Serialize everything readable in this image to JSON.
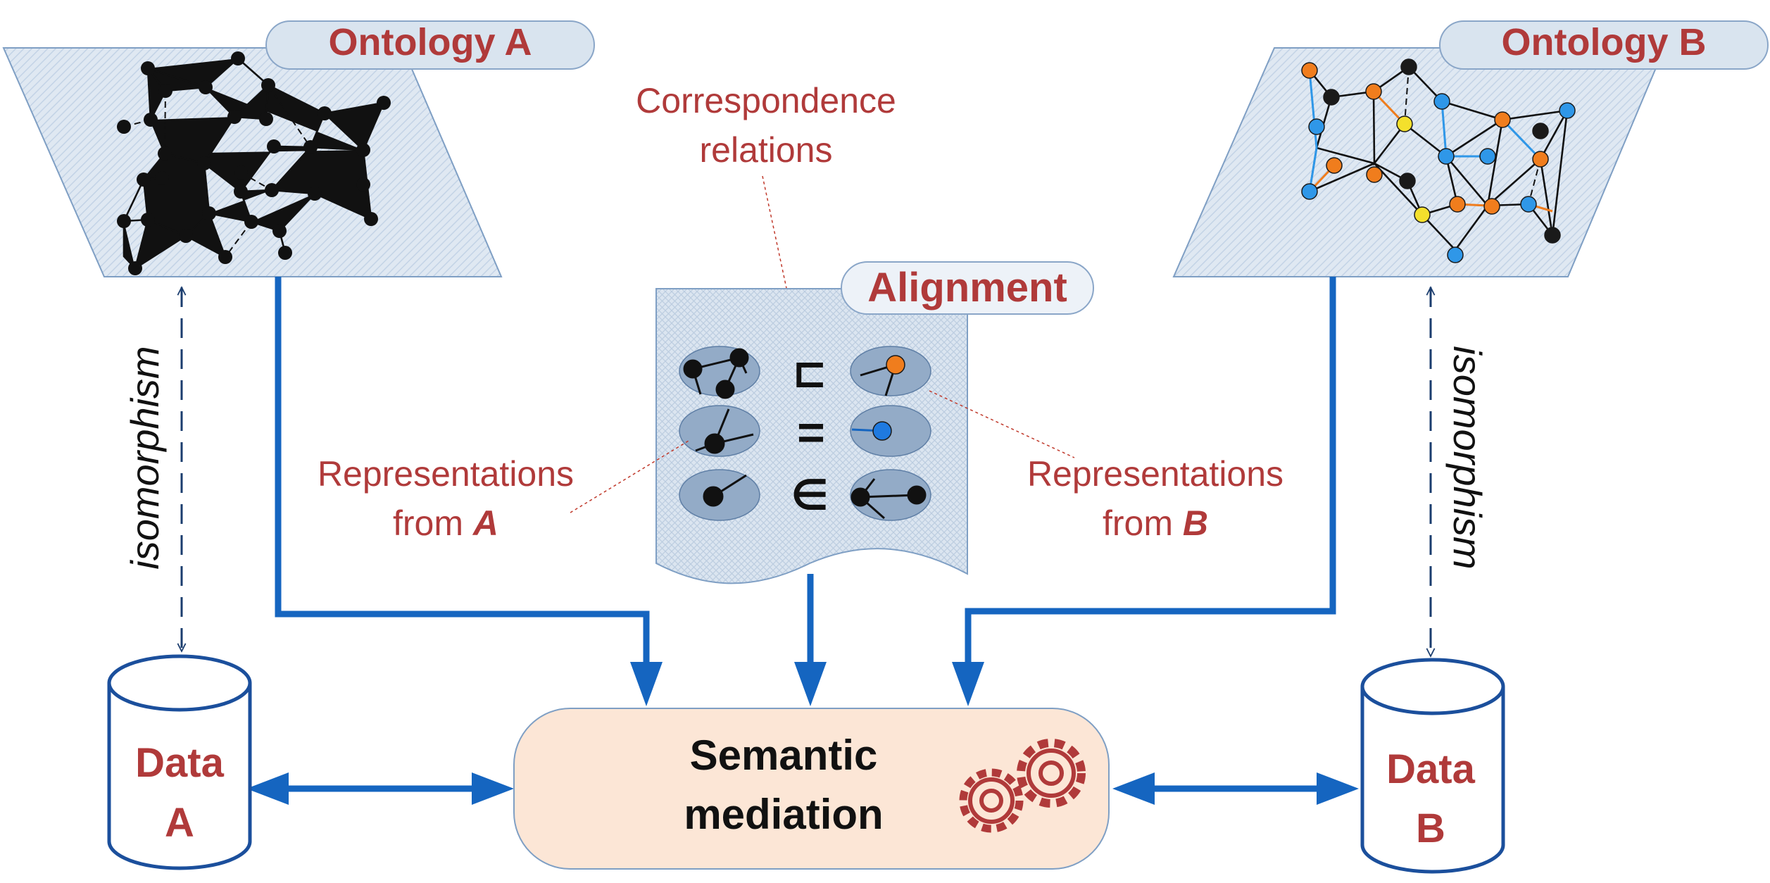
{
  "ontology_a": {
    "title": "Ontology A"
  },
  "ontology_b": {
    "title": "Ontology B"
  },
  "correspondence": {
    "line1": "Correspondence",
    "line2": "relations"
  },
  "alignment": {
    "title": "Alignment",
    "relations": [
      "⊏",
      "=",
      "∈"
    ]
  },
  "representations_a": {
    "line1": "Representations",
    "line2_prefix": "from ",
    "line2_var": "A"
  },
  "representations_b": {
    "line1": "Representations",
    "line2_prefix": "from ",
    "line2_var": "B"
  },
  "isomorphism_label": "isomorphism",
  "data_a": {
    "line1": "Data",
    "line2": "A"
  },
  "data_b": {
    "line1": "Data",
    "line2": "B"
  },
  "mediation": {
    "line1": "Semantic",
    "line2": "mediation"
  },
  "colors": {
    "accent_blue": "#1565c0",
    "label_red": "#b03a3a",
    "node_black": "#1a1a1a",
    "node_orange": "#f07d1d",
    "node_blue": "#2f97e8",
    "node_yellow": "#f4e02c",
    "panel_fill": "#dce6f0",
    "mediation_fill": "#fce6d6"
  }
}
